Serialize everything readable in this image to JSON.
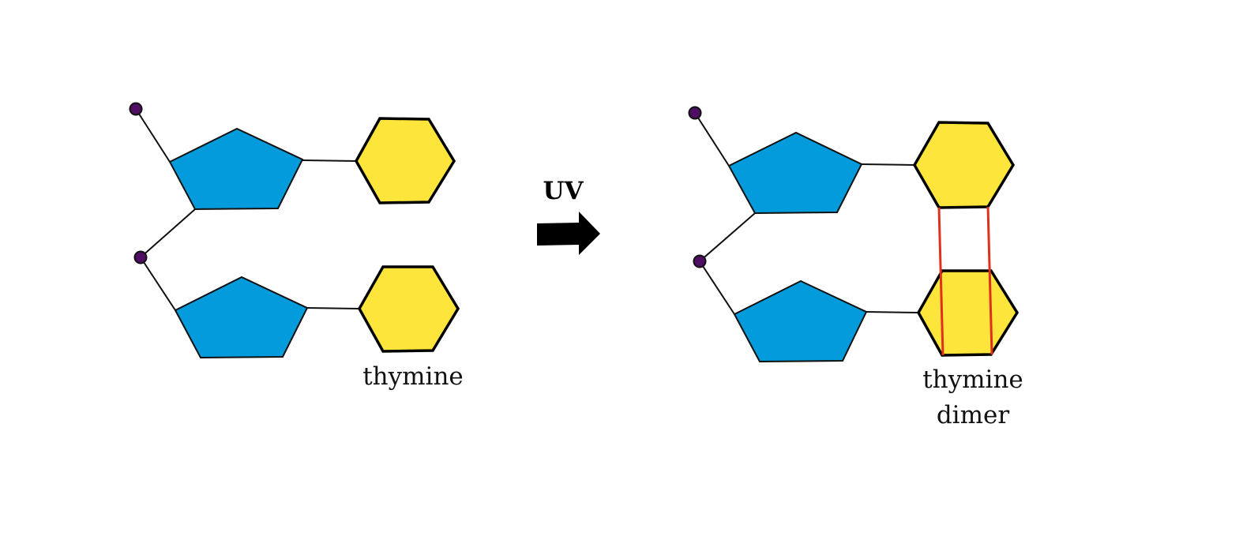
{
  "colors": {
    "sugar": "#039bdb",
    "base": "#fde53c",
    "phosphate": "#4f0d63",
    "bond": "#e0301e",
    "outline": "#000000"
  },
  "left": {
    "label": "thymine"
  },
  "arrow": {
    "label": "UV"
  },
  "right": {
    "label_line1": "thymine",
    "label_line2": "dimer"
  }
}
